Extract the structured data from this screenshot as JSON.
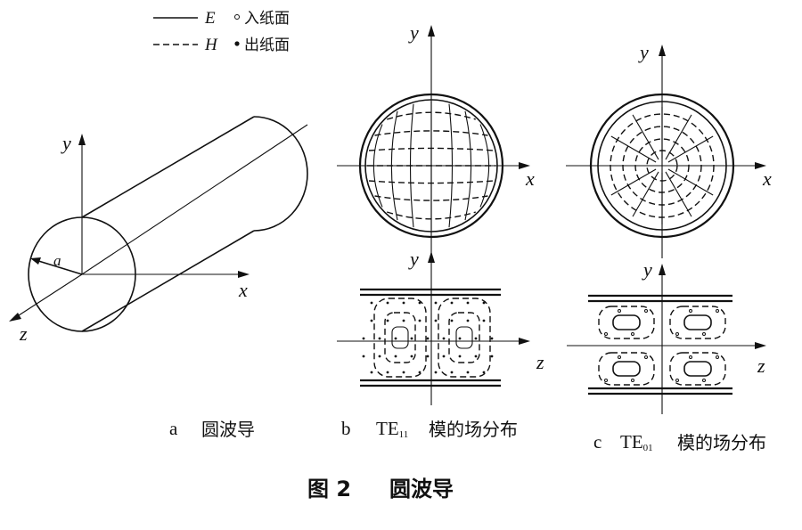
{
  "legend": {
    "e_label": "E",
    "h_label": "H",
    "into_page": "入纸面",
    "out_of_page": "出纸面"
  },
  "panel_a": {
    "letter": "a",
    "caption": "圆波导",
    "axis_x": "x",
    "axis_y": "y",
    "axis_z": "z",
    "radius": "a"
  },
  "panel_b": {
    "letter": "b",
    "mode_prefix": "TE",
    "mode_sub": "11",
    "caption_suffix": "模的场分布",
    "axis_x": "x",
    "axis_y": "y",
    "axis_y2": "y",
    "axis_z": "z"
  },
  "panel_c": {
    "letter": "c",
    "mode_prefix": "TE",
    "mode_sub": "01",
    "caption_suffix": "模的场分布",
    "axis_x": "x",
    "axis_y": "y",
    "axis_y2": "y",
    "axis_z": "z"
  },
  "figure_title": {
    "number": "图 2",
    "text": "圆波导"
  }
}
